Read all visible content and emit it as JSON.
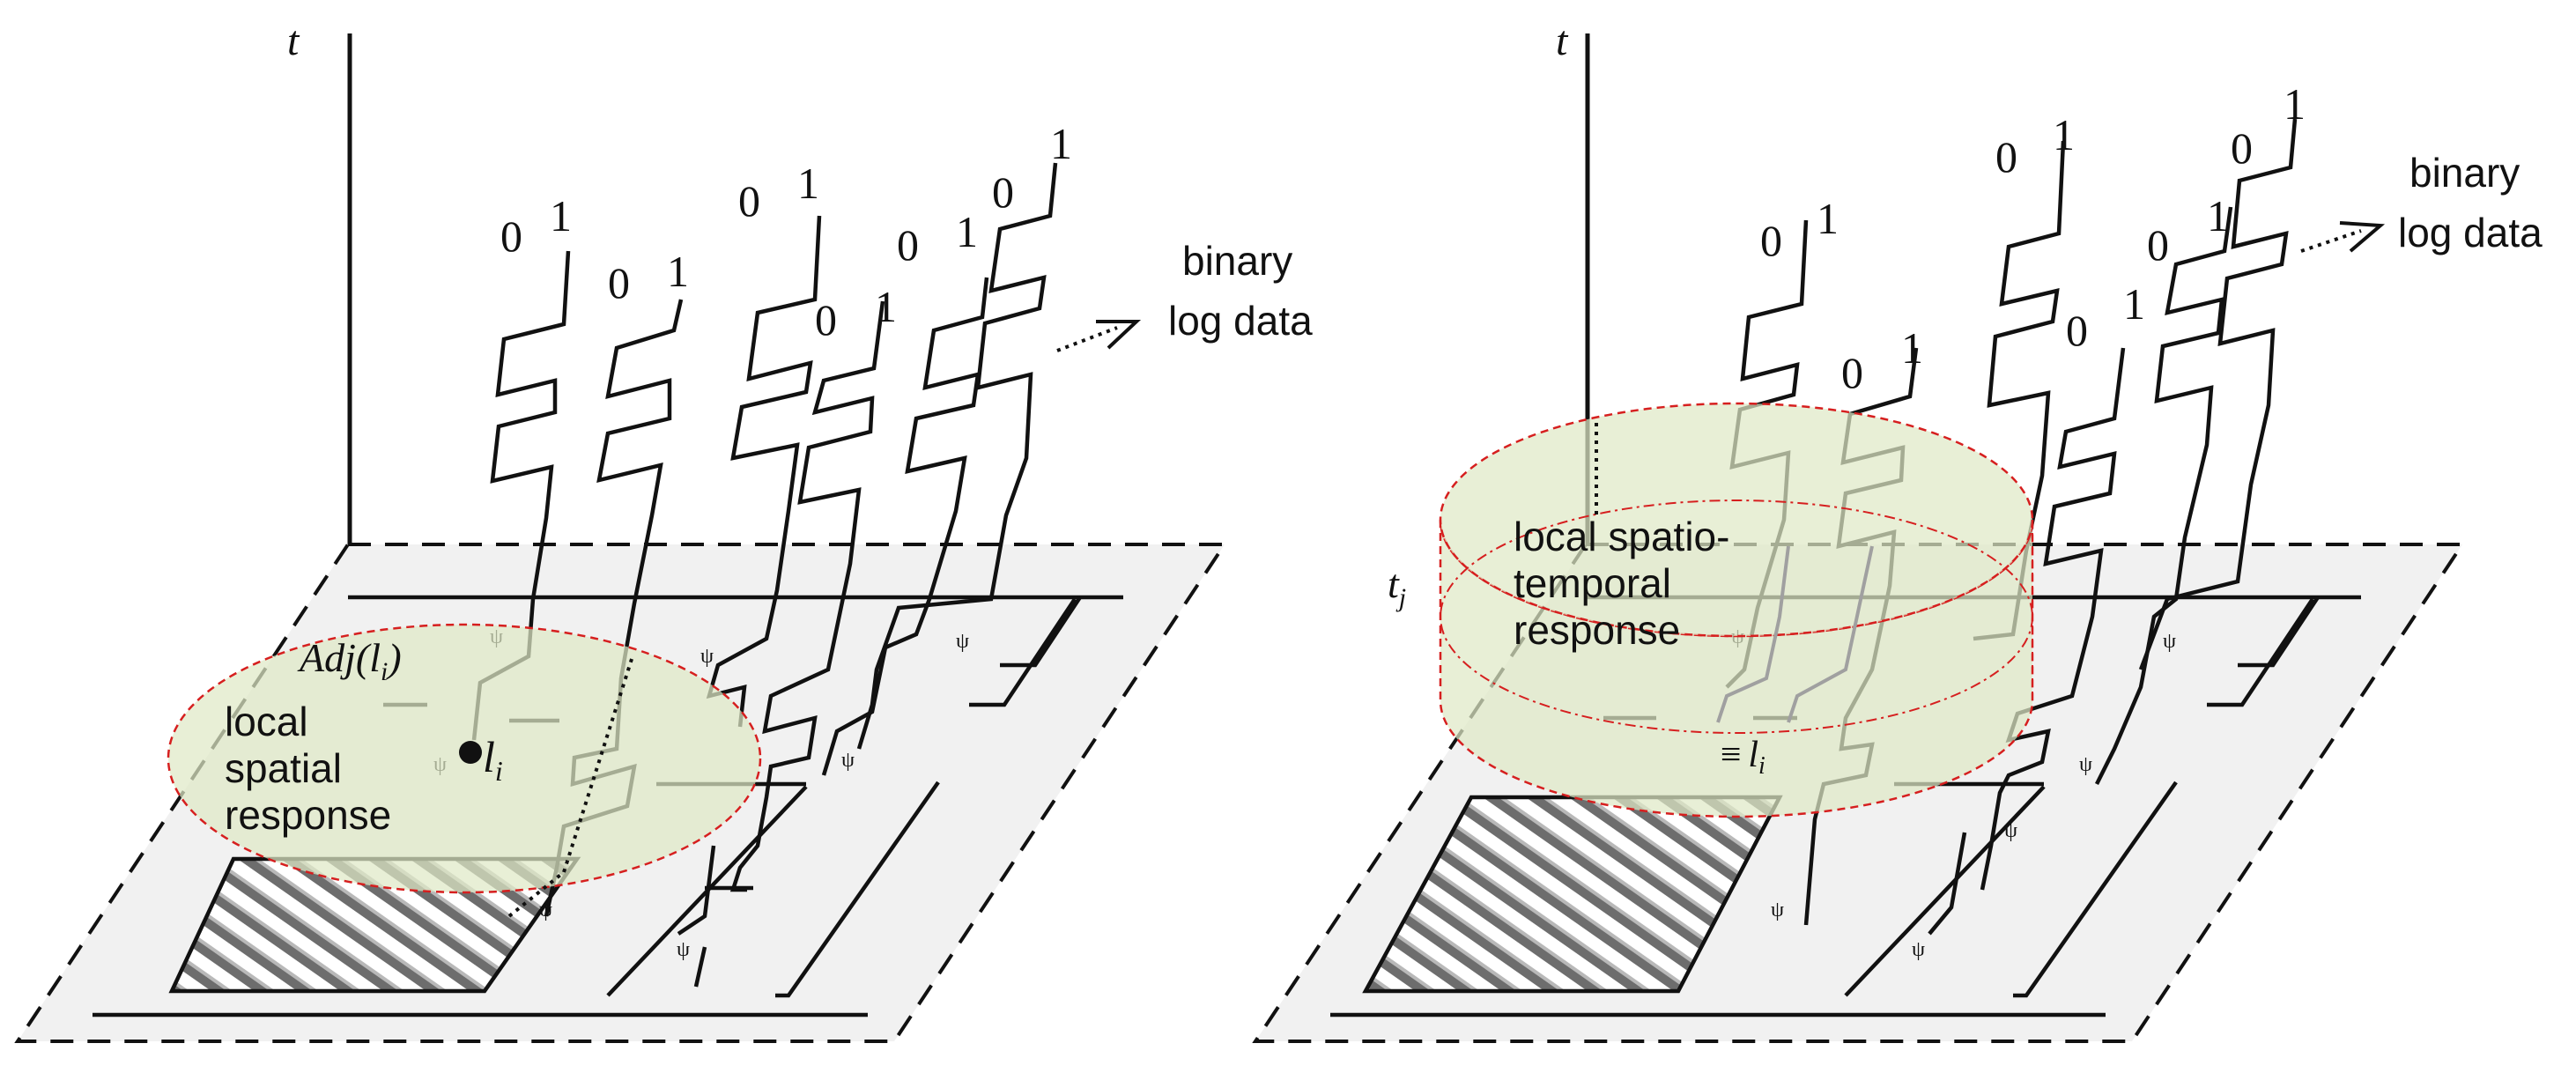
{
  "left_panel": {
    "axis_label": "t",
    "binary_label_line1": "binary",
    "binary_label_line2": "log data",
    "adj_label": "Adj(l",
    "adj_sub": "i",
    "adj_close": ")",
    "sensor_label": "l",
    "sensor_sub": "i",
    "region_line1": "local",
    "region_line2": "spatial",
    "region_line3": "response",
    "binary_values": [
      "0",
      "1",
      "0",
      "1",
      "0",
      "1",
      "0",
      "1",
      "0",
      "1",
      "0",
      "1"
    ]
  },
  "right_panel": {
    "axis_label": "t",
    "time_label": "t",
    "time_sub": "j",
    "binary_label_line1": "binary",
    "binary_label_line2": "log data",
    "sensor_label": "l",
    "sensor_sub": "i",
    "region_line1": "local spatio-",
    "region_line2": "temporal",
    "region_line3": "response",
    "binary_values": [
      "0",
      "1",
      "0",
      "1",
      "0",
      "1",
      "0",
      "1",
      "0",
      "1",
      "0",
      "1"
    ]
  },
  "colors": {
    "region_fill": "#dfe9c6",
    "region_border": "#d61f1f",
    "floor_fill": "#f1f1f1"
  }
}
